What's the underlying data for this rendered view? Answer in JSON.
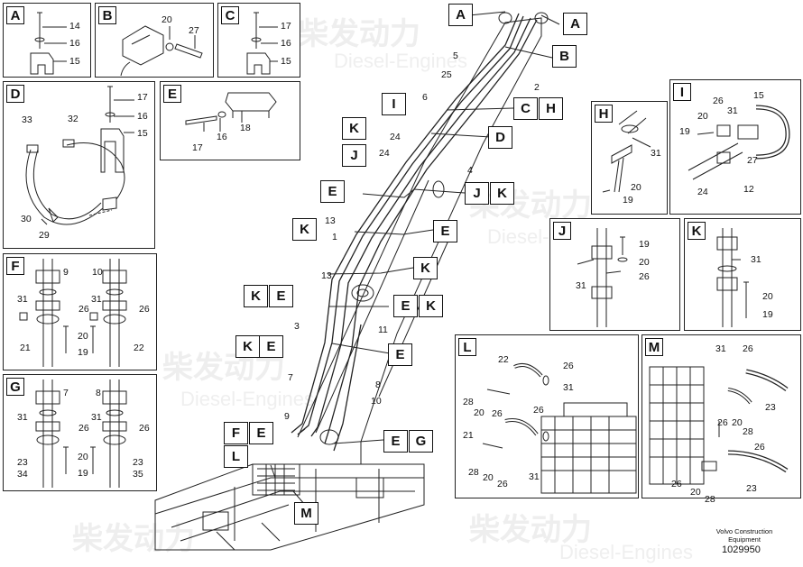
{
  "watermark": {
    "cn": "柴发动力",
    "en": "Diesel-Engines"
  },
  "panels": {
    "A": {
      "label": "A",
      "nums": [
        "14",
        "16",
        "15"
      ]
    },
    "B": {
      "label": "B",
      "nums": [
        "20",
        "27"
      ]
    },
    "C": {
      "label": "C",
      "nums": [
        "17",
        "16",
        "15"
      ]
    },
    "D": {
      "label": "D",
      "nums": [
        "17",
        "16",
        "15",
        "33",
        "32",
        "30",
        "29"
      ]
    },
    "E": {
      "label": "E",
      "nums": [
        "18",
        "17",
        "16"
      ]
    },
    "F": {
      "label": "F",
      "nums": [
        "9",
        "10",
        "31",
        "26",
        "31",
        "26",
        "20",
        "20",
        "19",
        "19",
        "21",
        "22"
      ]
    },
    "G": {
      "label": "G",
      "nums": [
        "7",
        "8",
        "31",
        "26",
        "31",
        "26",
        "20",
        "20",
        "19",
        "19",
        "23",
        "34",
        "23",
        "35"
      ]
    },
    "H": {
      "label": "H",
      "nums": [
        "31",
        "20",
        "19"
      ]
    },
    "I": {
      "label": "I",
      "nums": [
        "26",
        "31",
        "15",
        "20",
        "19",
        "27",
        "24",
        "12"
      ]
    },
    "J": {
      "label": "J",
      "nums": [
        "19",
        "20",
        "26",
        "31"
      ]
    },
    "K": {
      "label": "K",
      "nums": [
        "31",
        "20",
        "19"
      ]
    },
    "L": {
      "label": "L",
      "nums": [
        "22",
        "26",
        "31",
        "28",
        "20",
        "26",
        "26",
        "21",
        "28",
        "20",
        "26",
        "31"
      ]
    },
    "M": {
      "label": "M",
      "nums": [
        "31",
        "26",
        "23",
        "26",
        "20",
        "28",
        "26",
        "26",
        "20",
        "28",
        "23"
      ]
    }
  },
  "main_callouts": [
    "A",
    "A",
    "B",
    "C",
    "H",
    "D",
    "I",
    "J",
    "K",
    "K",
    "J",
    "E",
    "E",
    "K",
    "K",
    "E",
    "E",
    "K",
    "K",
    "E",
    "E",
    "K",
    "F",
    "E",
    "E",
    "G",
    "L",
    "M"
  ],
  "main_nums": [
    "5",
    "25",
    "2",
    "6",
    "24",
    "24",
    "4",
    "13",
    "1",
    "13",
    "3",
    "11",
    "7",
    "8",
    "10",
    "9"
  ],
  "footer": {
    "company": "Volvo Construction",
    "division": "Equipment",
    "part_number": "1029950"
  }
}
